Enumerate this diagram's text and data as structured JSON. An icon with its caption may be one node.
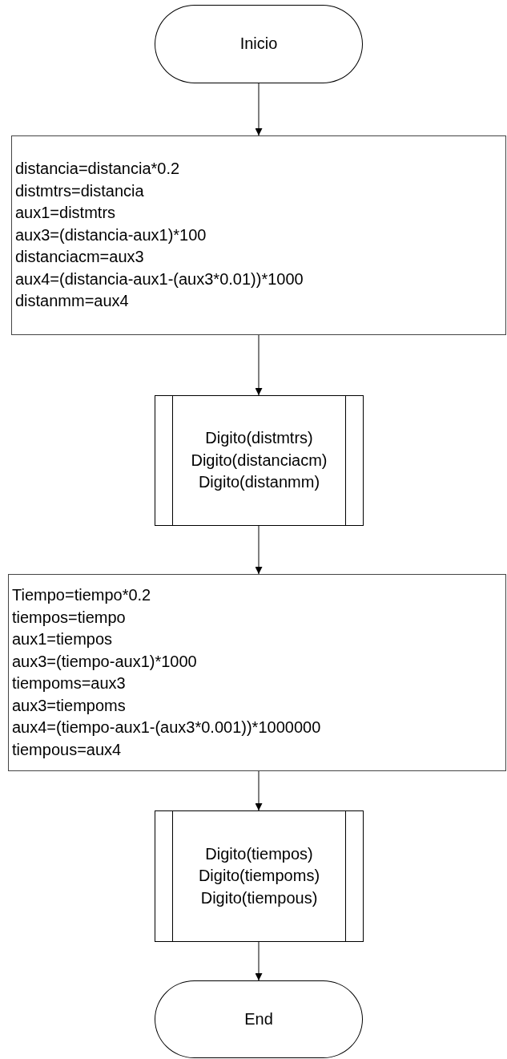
{
  "diagram": {
    "nodes": [
      {
        "text": [
          "Inicio"
        ]
      },
      {
        "text": [
          "distancia=distancia*0.2",
          "distmtrs=distancia",
          "aux1=distmtrs",
          "aux3=(distancia-aux1)*100",
          "distanciacm=aux3",
          "aux4=(distancia-aux1-(aux3*0.01))*1000",
          "distanmm=aux4"
        ]
      },
      {
        "text": [
          "Digito(distmtrs)",
          "Digito(distanciacm)",
          "Digito(distanmm)"
        ]
      },
      {
        "text": [
          "Tiempo=tiempo*0.2",
          "tiempos=tiempo",
          "aux1=tiempos",
          "aux3=(tiempo-aux1)*1000",
          "tiempoms=aux3",
          "aux3=tiempoms",
          "aux4=(tiempo-aux1-(aux3*0.001))*1000000",
          "tiempous=aux4"
        ]
      },
      {
        "text": [
          "Digito(tiempos)",
          "Digito(tiempoms)",
          "Digito(tiempous)"
        ]
      },
      {
        "text": [
          "End"
        ]
      }
    ],
    "edges": [
      {
        "from": 0,
        "to": 1,
        "arrow": "to"
      },
      {
        "from": 1,
        "to": 2,
        "arrow": "to"
      },
      {
        "from": 2,
        "to": 3,
        "arrow": "to"
      },
      {
        "from": 3,
        "to": 4,
        "arrow": "to"
      },
      {
        "from": 4,
        "to": 5,
        "arrow": "to"
      }
    ]
  }
}
